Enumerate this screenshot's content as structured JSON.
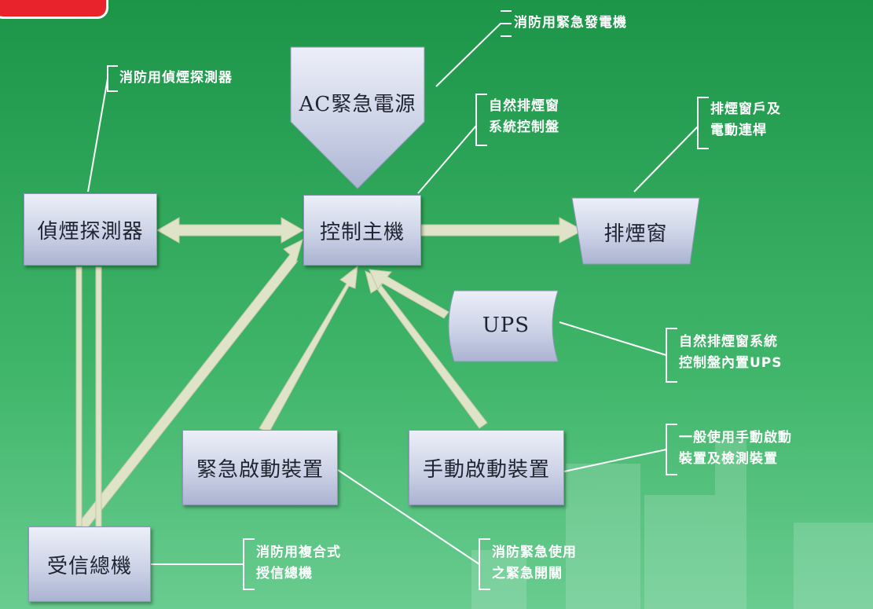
{
  "nodes": {
    "smoke_detector": "偵煙探測器",
    "control_unit": "控制主機",
    "smoke_window": "排煙窗",
    "ac_power": "AC緊急電源",
    "ups": "UPS",
    "emergency_start": "緊急啟動裝置",
    "manual_start": "手動啟動裝置",
    "receiver": "受信總機"
  },
  "callouts": {
    "generator": "消防用緊急發電機",
    "detector": "消防用偵煙探測器",
    "control_panel": "自然排煙窗\n系統控制盤",
    "window_rod": "排煙窗戶及\n電動連桿",
    "ups_builtin": "自然排煙窗系統\n控制盤內置UPS",
    "manual": "一般使用手動啟動\n裝置及檢測裝置",
    "composite": "消防用複合式\n授信總機",
    "switch": "消防緊急使用\n之緊急開關"
  },
  "colors": {
    "background_top": "#1f9a4a",
    "background_bottom": "#5fc78a",
    "arrow_fill": "#dfe3c8",
    "node_fill": "#cdd3e7",
    "callout_line": "#ffffff",
    "tab_red": "#e8232b"
  }
}
